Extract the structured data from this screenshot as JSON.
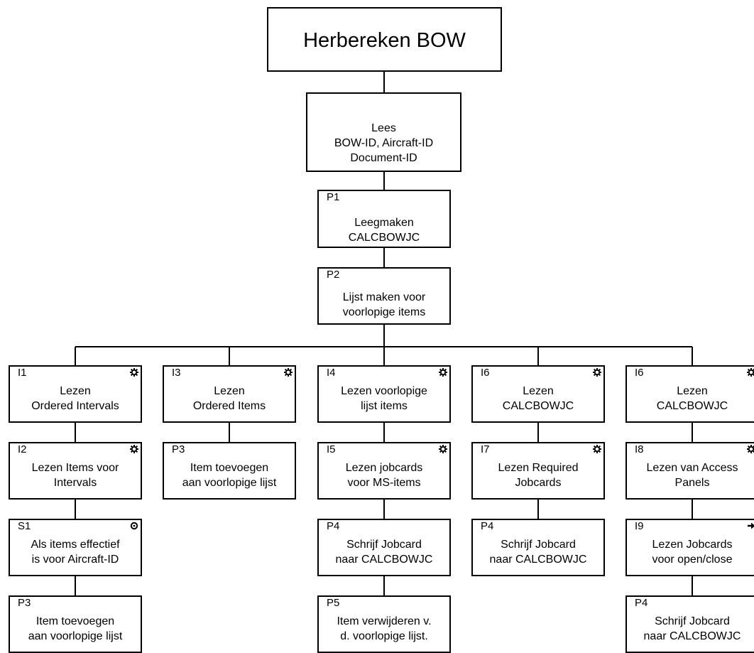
{
  "root": {
    "label": "Herbereken BOW"
  },
  "read": {
    "label": "Lees\nBOW-ID, Aircraft-ID\nDocument-ID"
  },
  "p1": {
    "code": "P1",
    "label": "Leegmaken\nCALCBOWJC"
  },
  "p2": {
    "code": "P2",
    "label": "Lijst maken voor\nvoorlopige items"
  },
  "branches": [
    {
      "name": "col1",
      "steps": [
        {
          "code": "I1",
          "label": "Lezen\nOrdered Intervals",
          "marker": "star-marker"
        },
        {
          "code": "I2",
          "label": "Lezen Items voor\nIntervals",
          "marker": "star-marker"
        },
        {
          "code": "S1",
          "label": "Als items effectief\nis voor Aircraft-ID",
          "marker": "circle-marker"
        },
        {
          "code": "P3",
          "label": "Item toevoegen\naan voorlopige lijst",
          "marker": ""
        }
      ]
    },
    {
      "name": "col2",
      "steps": [
        {
          "code": "I3",
          "label": "Lezen\nOrdered Items",
          "marker": "star-marker"
        },
        {
          "code": "P3",
          "label": "Item toevoegen\naan voorlopige lijst",
          "marker": ""
        }
      ]
    },
    {
      "name": "col3",
      "steps": [
        {
          "code": "I4",
          "label": "Lezen voorlopige\nlijst items",
          "marker": "star-marker"
        },
        {
          "code": "I5",
          "label": "Lezen  jobcards\nvoor MS-items",
          "marker": "star-marker"
        },
        {
          "code": "P4",
          "label": "Schrijf Jobcard\nnaar CALCBOWJC",
          "marker": ""
        },
        {
          "code": "P5",
          "label": "Item verwijderen v.\nd. voorlopige lijst.",
          "marker": ""
        }
      ]
    },
    {
      "name": "col4",
      "steps": [
        {
          "code": "I6",
          "label": "Lezen\nCALCBOWJC",
          "marker": "star-marker"
        },
        {
          "code": "I7",
          "label": "Lezen Required\nJobcards",
          "marker": "star-marker"
        },
        {
          "code": "P4",
          "label": "Schrijf Jobcard\nnaar CALCBOWJC",
          "marker": ""
        }
      ]
    },
    {
      "name": "col5",
      "steps": [
        {
          "code": "I6",
          "label": "Lezen\nCALCBOWJC",
          "marker": "star-marker"
        },
        {
          "code": "I8",
          "label": "Lezen van Access\nPanels",
          "marker": "star-marker"
        },
        {
          "code": "I9",
          "label": "Lezen Jobcards\nvoor open/close",
          "marker": "arrow-marker"
        },
        {
          "code": "P4",
          "label": "Schrijf Jobcard\nnaar CALCBOWJC",
          "marker": ""
        }
      ]
    }
  ]
}
